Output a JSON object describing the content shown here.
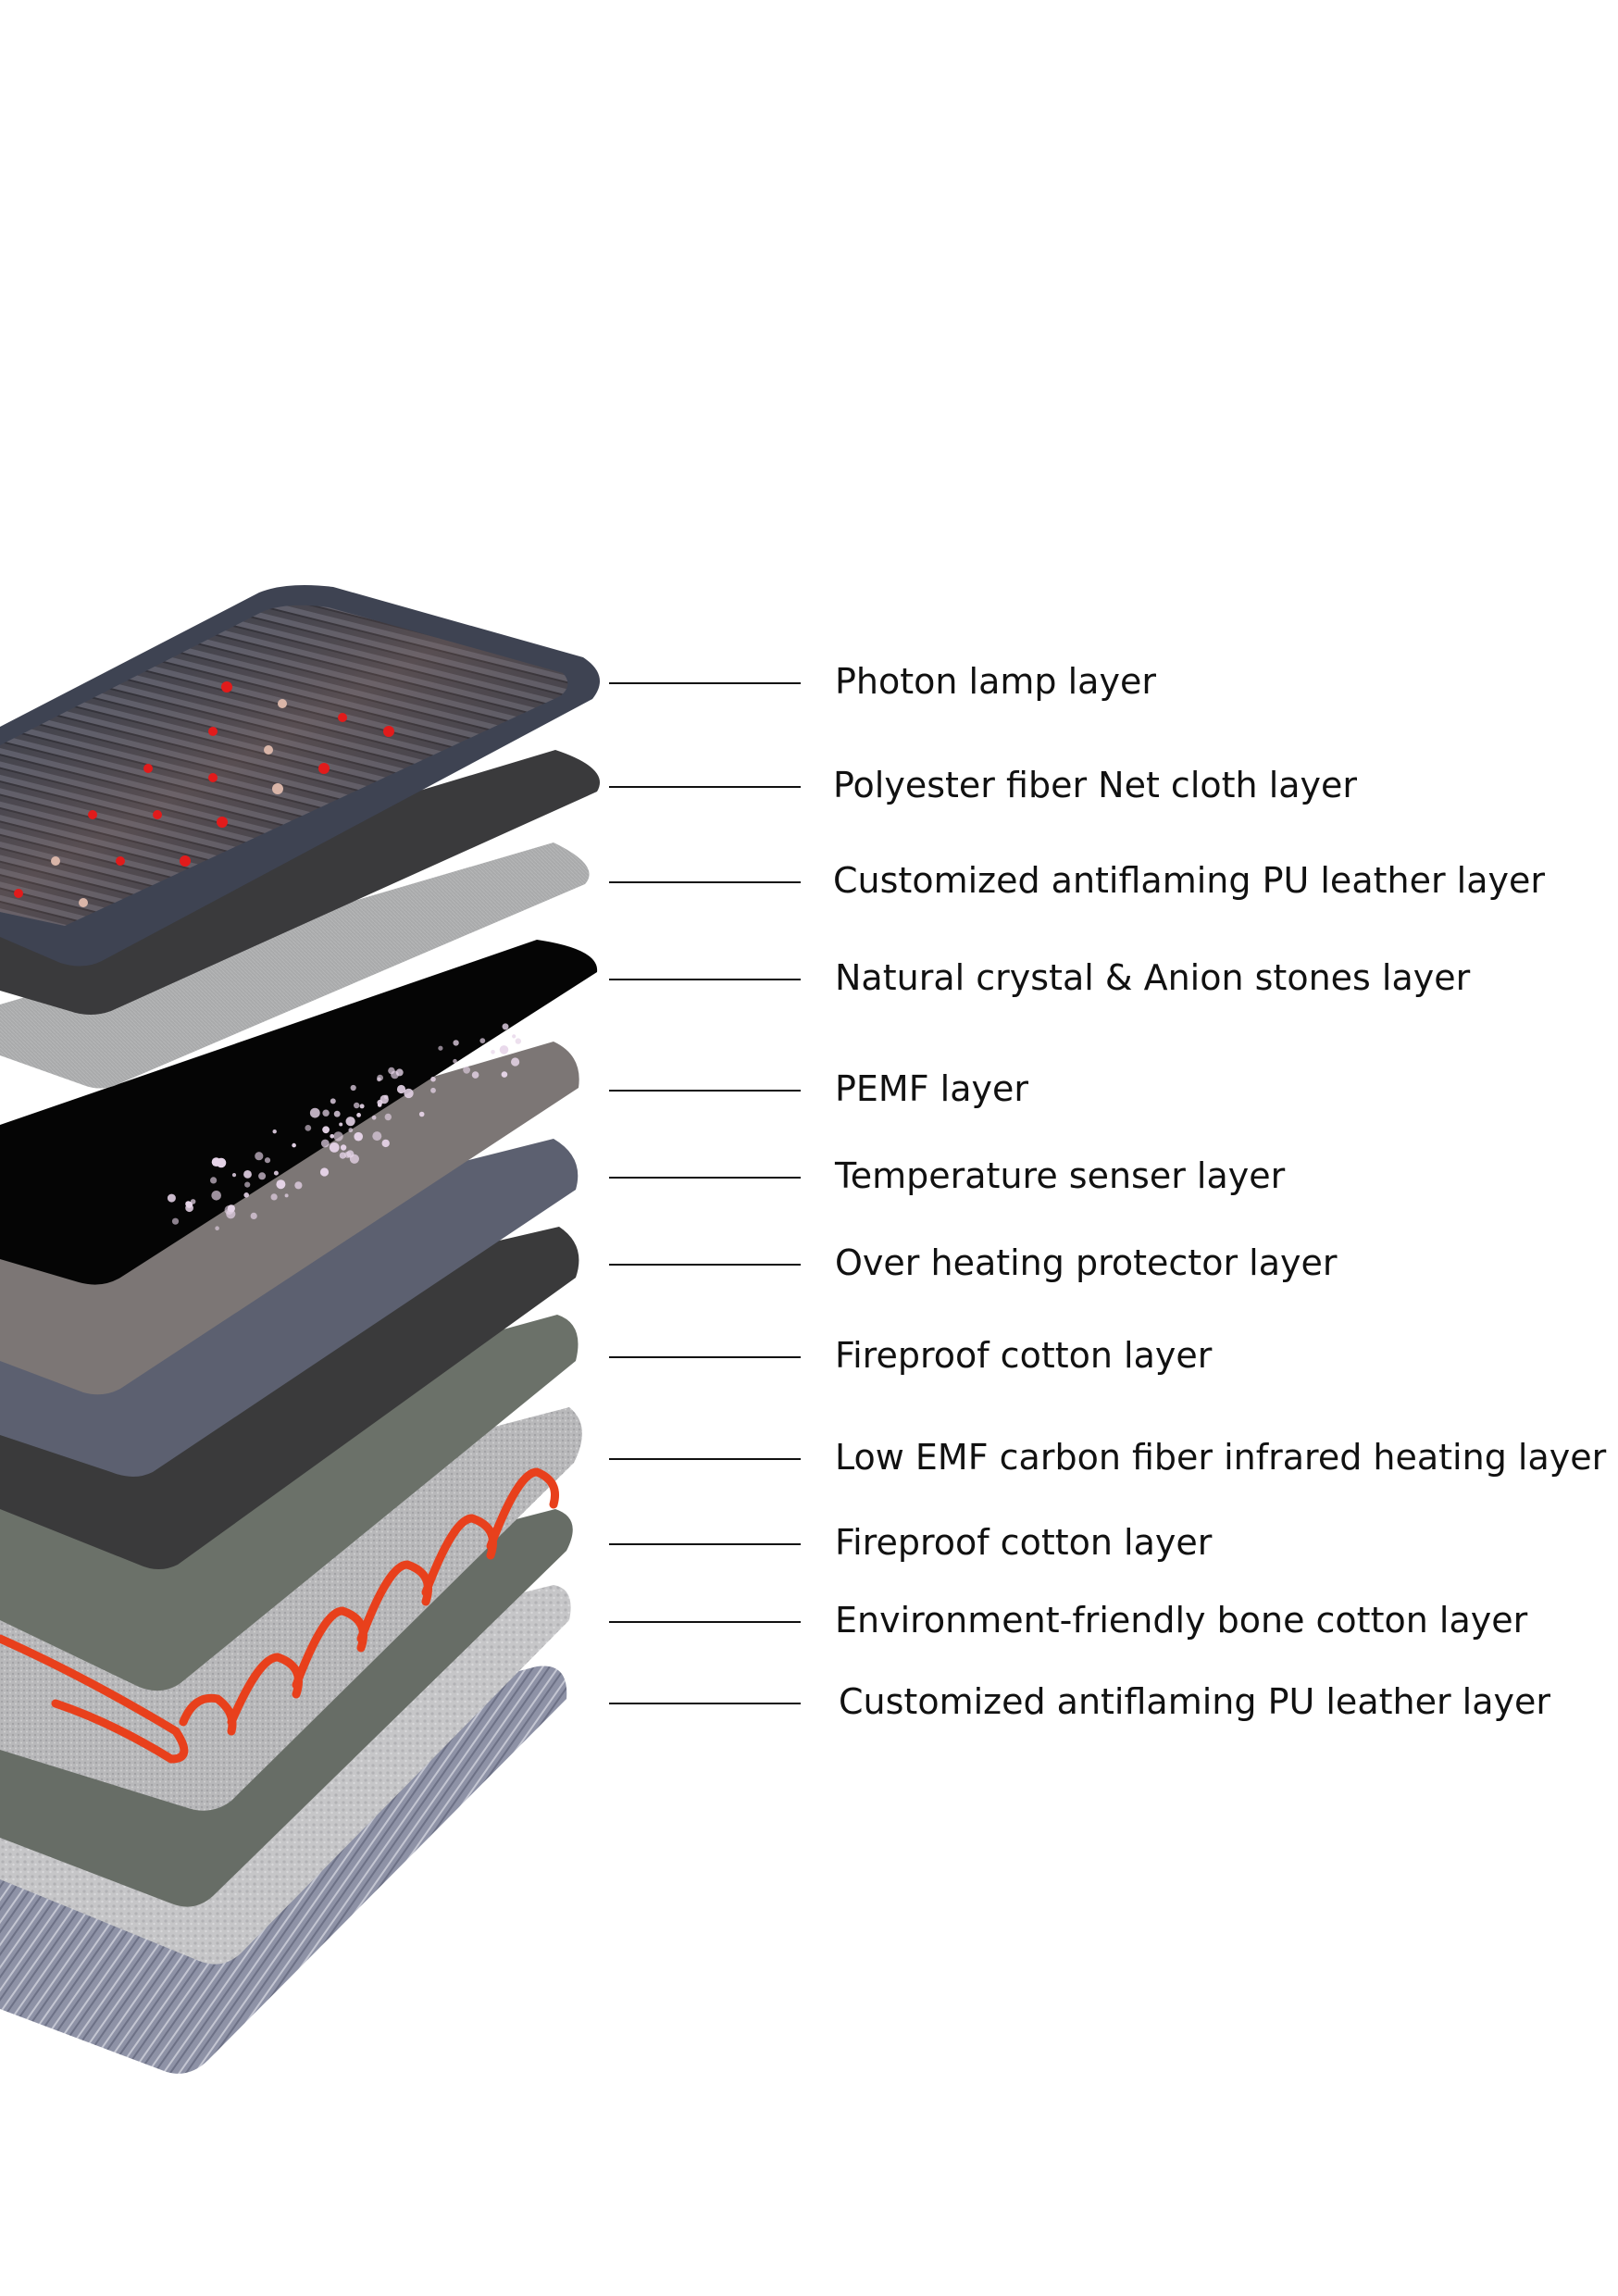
{
  "diagram": {
    "layers": [
      {
        "label": "Photon lamp layer",
        "color": "#3e4352"
      },
      {
        "label": "Polyester fiber Net cloth layer",
        "color": "#3a3a3c"
      },
      {
        "label": "Customized antiflaming PU leather layer",
        "color": "#a9aaab"
      },
      {
        "label": "Natural crystal & Anion stones layer",
        "color": "#050505"
      },
      {
        "label": "PEMF layer",
        "color": "#7c7675"
      },
      {
        "label": "Temperature senser layer",
        "color": "#5c6070"
      },
      {
        "label": "Over heating protector layer",
        "color": "#3a3a3b"
      },
      {
        "label": "Fireproof cotton layer",
        "color": "#6b7169"
      },
      {
        "label": "Low EMF carbon fiber infrared heating layer",
        "color": "#b4b4b6"
      },
      {
        "label": "Fireproof cotton layer",
        "color": "#676d66"
      },
      {
        "label": "Environment-friendly bone cotton layer",
        "color": "#c3c3c5"
      },
      {
        "label": "Customized antiflaming PU leather layer",
        "color": "#9a9db0"
      }
    ],
    "accent_colors": {
      "photon_lamp": "#e11b1b",
      "heating_wire": "#e8401c",
      "crystal_stones": "#e6d4e8"
    }
  }
}
